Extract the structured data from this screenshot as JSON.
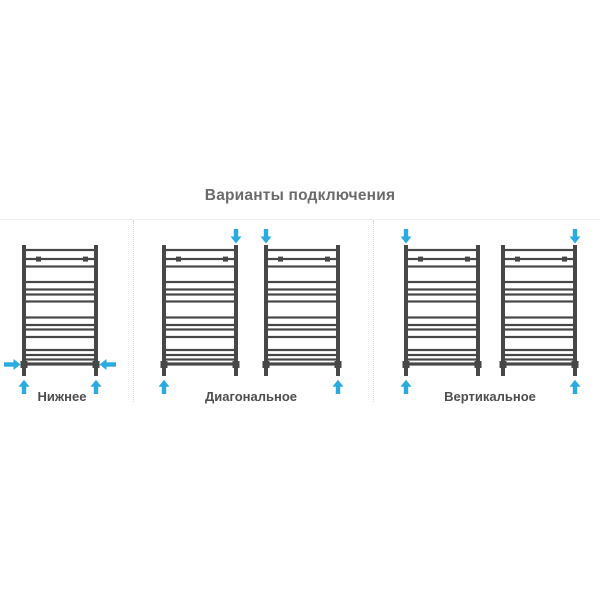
{
  "title": "Варианты подключения",
  "variants": [
    {
      "id": "bottom",
      "label": "Нижнее",
      "radiators": [
        {
          "arrows": [
            "side-left-in",
            "side-right-in",
            "bottom-left-up",
            "bottom-right-up"
          ]
        }
      ]
    },
    {
      "id": "diagonal",
      "label": "Диагональное",
      "radiators": [
        {
          "arrows": [
            "top-right-down",
            "bottom-left-up"
          ]
        },
        {
          "arrows": [
            "top-left-down",
            "bottom-right-up"
          ]
        }
      ]
    },
    {
      "id": "vertical",
      "label": "Вертикальное",
      "radiators": [
        {
          "arrows": [
            "top-left-down",
            "bottom-left-up"
          ]
        },
        {
          "arrows": [
            "top-right-down",
            "bottom-right-up"
          ]
        }
      ]
    }
  ],
  "colors": {
    "arrow": "#29ABE2",
    "radiator": "#474747",
    "title": "#6A6A6A",
    "label": "#4D4D4D",
    "divider": "#D3D7DA",
    "separator": "#EFEFEF",
    "background": "#FFFFFF"
  }
}
